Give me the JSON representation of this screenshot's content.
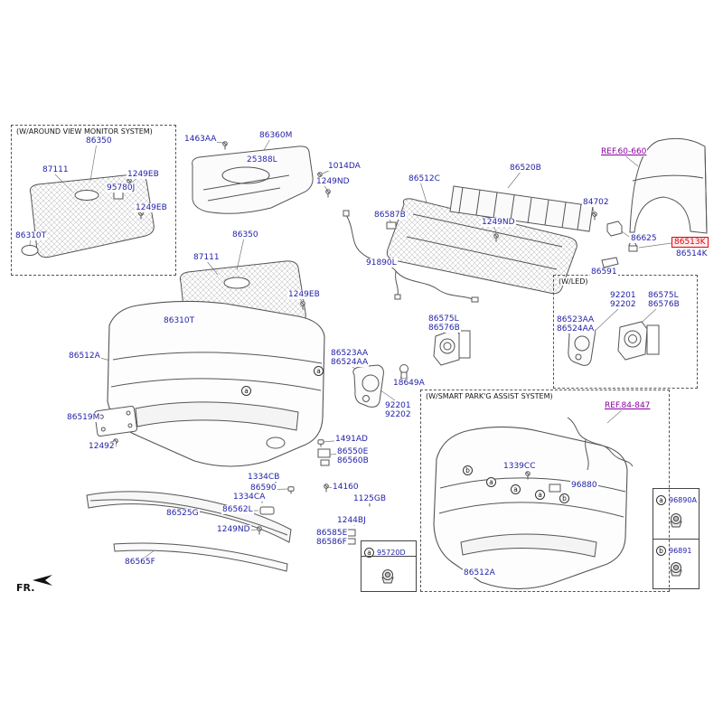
{
  "colors": {
    "part_label": "#2222a8",
    "ref_link": "#8a00a0",
    "highlight": "#e8000d",
    "line": "#606060"
  },
  "fr_label": "FR.",
  "around_view_box": {
    "title": "(W/AROUND VIEW MONITOR SYSTEM)",
    "parts": [
      "86350",
      "87111",
      "1249EB",
      "95780J",
      "1249EB",
      "86310T"
    ]
  },
  "top_center": {
    "parts": [
      "1463AA",
      "86360M",
      "25388L",
      "1014DA",
      "1249ND"
    ]
  },
  "main_grille": {
    "parts": [
      "86350",
      "87111",
      "1249EB",
      "86310T"
    ]
  },
  "harness": {
    "part": "91890L"
  },
  "center_grille": {
    "parts": [
      "86512C",
      "86587B",
      "1249ND"
    ]
  },
  "absorber": {
    "parts": [
      "86520B",
      "84702"
    ]
  },
  "fender": {
    "ref_label": "REF.60-660",
    "parts": [
      "86625",
      "86591"
    ],
    "selected_part": "86513K",
    "companion_part": "86514K"
  },
  "led_box": {
    "title": "(W/LED)",
    "parts": [
      "92201",
      "92202",
      "86575L",
      "86576B",
      "86523AA",
      "86524AA"
    ]
  },
  "bumper": {
    "parts": [
      "86512A",
      "86519M",
      "12492"
    ]
  },
  "center_cluster": {
    "parts": [
      "86523AA",
      "86524AA",
      "18649A",
      "92201",
      "92202",
      "86575L",
      "86576B",
      "1491AD",
      "86550E",
      "86560B",
      "1334CB",
      "86590",
      "1334CA",
      "14160",
      "1125GB",
      "86562L",
      "1249ND",
      "1244BJ",
      "86585E",
      "86586F"
    ]
  },
  "lower_trim": {
    "parts": [
      "86525G",
      "86565F"
    ]
  },
  "sensor_box": {
    "marker": "a",
    "part": "95720D"
  },
  "smart_park_box": {
    "title": "(W/SMART PARK'G ASSIST SYSTEM)",
    "ref_label": "REF.84-847",
    "parts": [
      "1339CC",
      "96880",
      "86512A"
    ]
  },
  "legend": {
    "rows": [
      {
        "marker": "a",
        "part": "96890A"
      },
      {
        "marker": "b",
        "part": "96891"
      }
    ]
  },
  "markers": {
    "bumper": [
      "a",
      "a"
    ],
    "smart": [
      "b",
      "a",
      "a",
      "a",
      "b"
    ]
  }
}
